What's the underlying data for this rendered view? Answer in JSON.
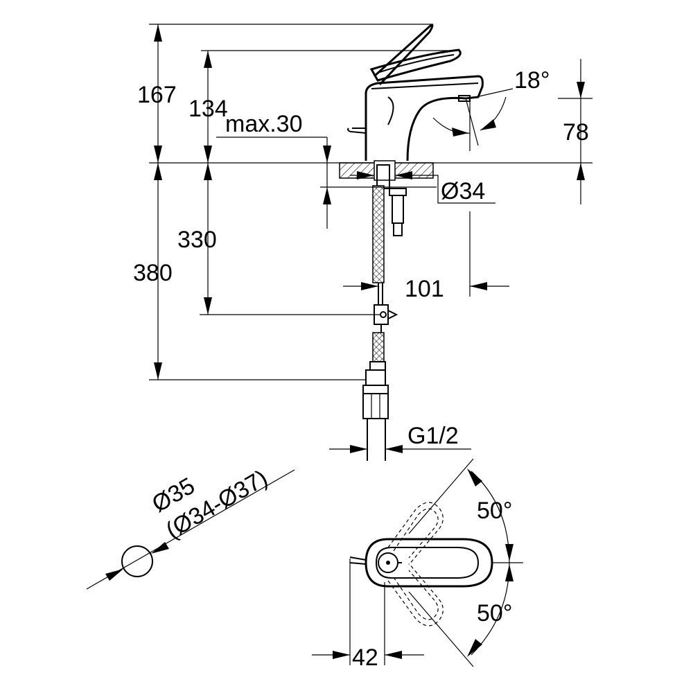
{
  "dimensions": {
    "d167": "167",
    "d134": "134",
    "max30": "max.30",
    "angle18": "18°",
    "d78": "78",
    "dia34": "Ø34",
    "d330": "330",
    "d380": "380",
    "d101": "101",
    "g12": "G1/2",
    "dia35": "Ø35",
    "range": "(Ø34-Ø37)",
    "angle50_top": "50°",
    "angle50_bottom": "50°",
    "d42": "42"
  }
}
